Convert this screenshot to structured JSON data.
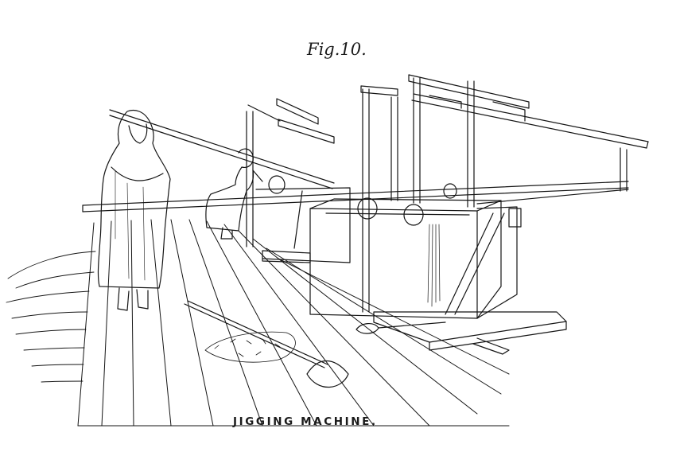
{
  "figure": {
    "label": "Fig.10.",
    "caption": "JIGGING MACHINE.",
    "elements": [
      "woman-standing-with-pole",
      "woman-kneeling-at-sieve",
      "jigging-tubs",
      "timber-frame-and-levers",
      "wooden-floor-planks",
      "shovel",
      "ore-heap",
      "water-channel",
      "hill-background"
    ]
  }
}
